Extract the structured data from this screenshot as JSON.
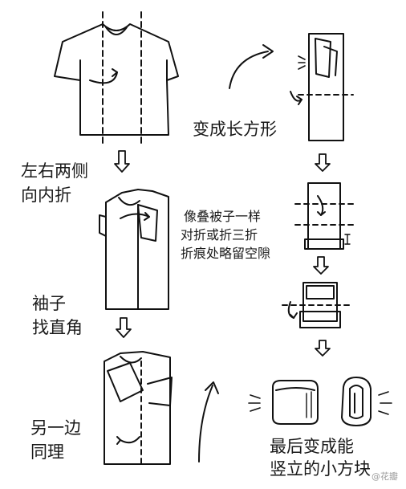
{
  "steps": {
    "step1": {
      "line1": "左右两侧",
      "line2": "向内折"
    },
    "step2": {
      "line1": "袖子",
      "line2": "找直角"
    },
    "step3": {
      "line1": "另一边",
      "line2": "同理"
    },
    "step4": {
      "text": "变成长方形"
    },
    "step5": {
      "line1": "像叠被子一样",
      "line2": "对折或折三折",
      "line3": "折痕处略留空隙"
    },
    "step6": {
      "line1": "最后变成能",
      "line2": "竖立的小方块"
    }
  },
  "watermark": "@花瓣"
}
